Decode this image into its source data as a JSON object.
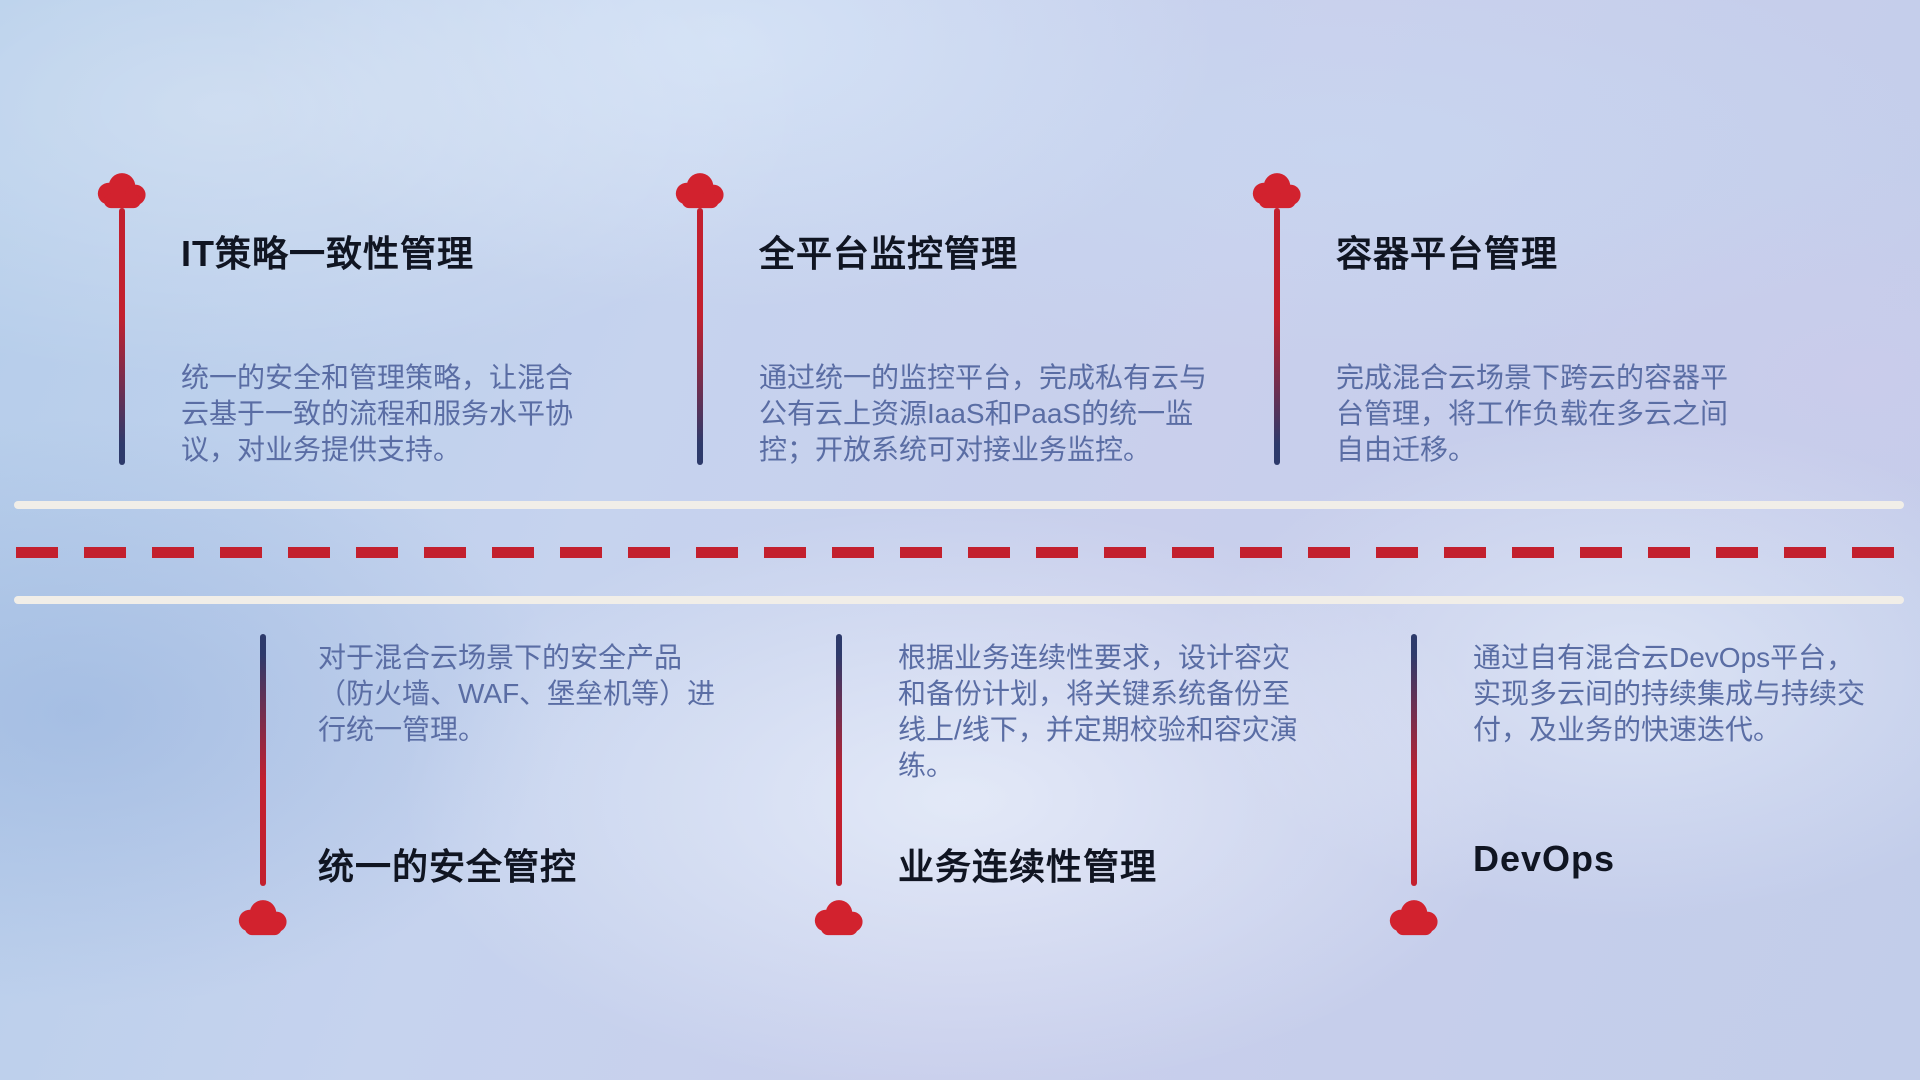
{
  "diagram": {
    "kind": "hybrid-cloud capability roadmap",
    "road": {
      "upper_edge": "solid white line",
      "center": "red dashed line",
      "lower_edge": "solid white line"
    }
  },
  "items": [
    {
      "row": "top",
      "title": "IT策略一致性管理",
      "description": "统一的安全和管理策略，让混合云基于一致的流程和服务水平协议，对业务提供支持。"
    },
    {
      "row": "top",
      "title": "全平台监控管理",
      "description": "通过统一的监控平台，完成私有云与公有云上资源IaaS和PaaS的统一监控；开放系统可对接业务监控。"
    },
    {
      "row": "top",
      "title": "容器平台管理",
      "description": "完成混合云场景下跨云的容器平台管理，将工作负载在多云之间自由迁移。"
    },
    {
      "row": "bottom",
      "title": "统一的安全管控",
      "description": "对于混合云场景下的安全产品（防火墙、WAF、堡垒机等）进行统一管理。"
    },
    {
      "row": "bottom",
      "title": "业务连续性管理",
      "description": "根据业务连续性要求，设计容灾和备份计划，将关键系统备份至线上/线下，并定期校验和容灾演练。"
    },
    {
      "row": "bottom",
      "title": "DevOps",
      "description": "通过自有混合云DevOps平台，实现多云间的持续集成与持续交付，及业务的快速迭代。"
    }
  ],
  "icons": {
    "marker": "cloud-icon"
  },
  "colors": {
    "cloud_red": "#d2222e",
    "line_red": "#c3202e",
    "line_navy": "#2d3a6b",
    "dash_red": "#c3202e",
    "road_white": "#f1eee8",
    "title_dark": "#101522",
    "desc_blue": "#5a6da4"
  }
}
